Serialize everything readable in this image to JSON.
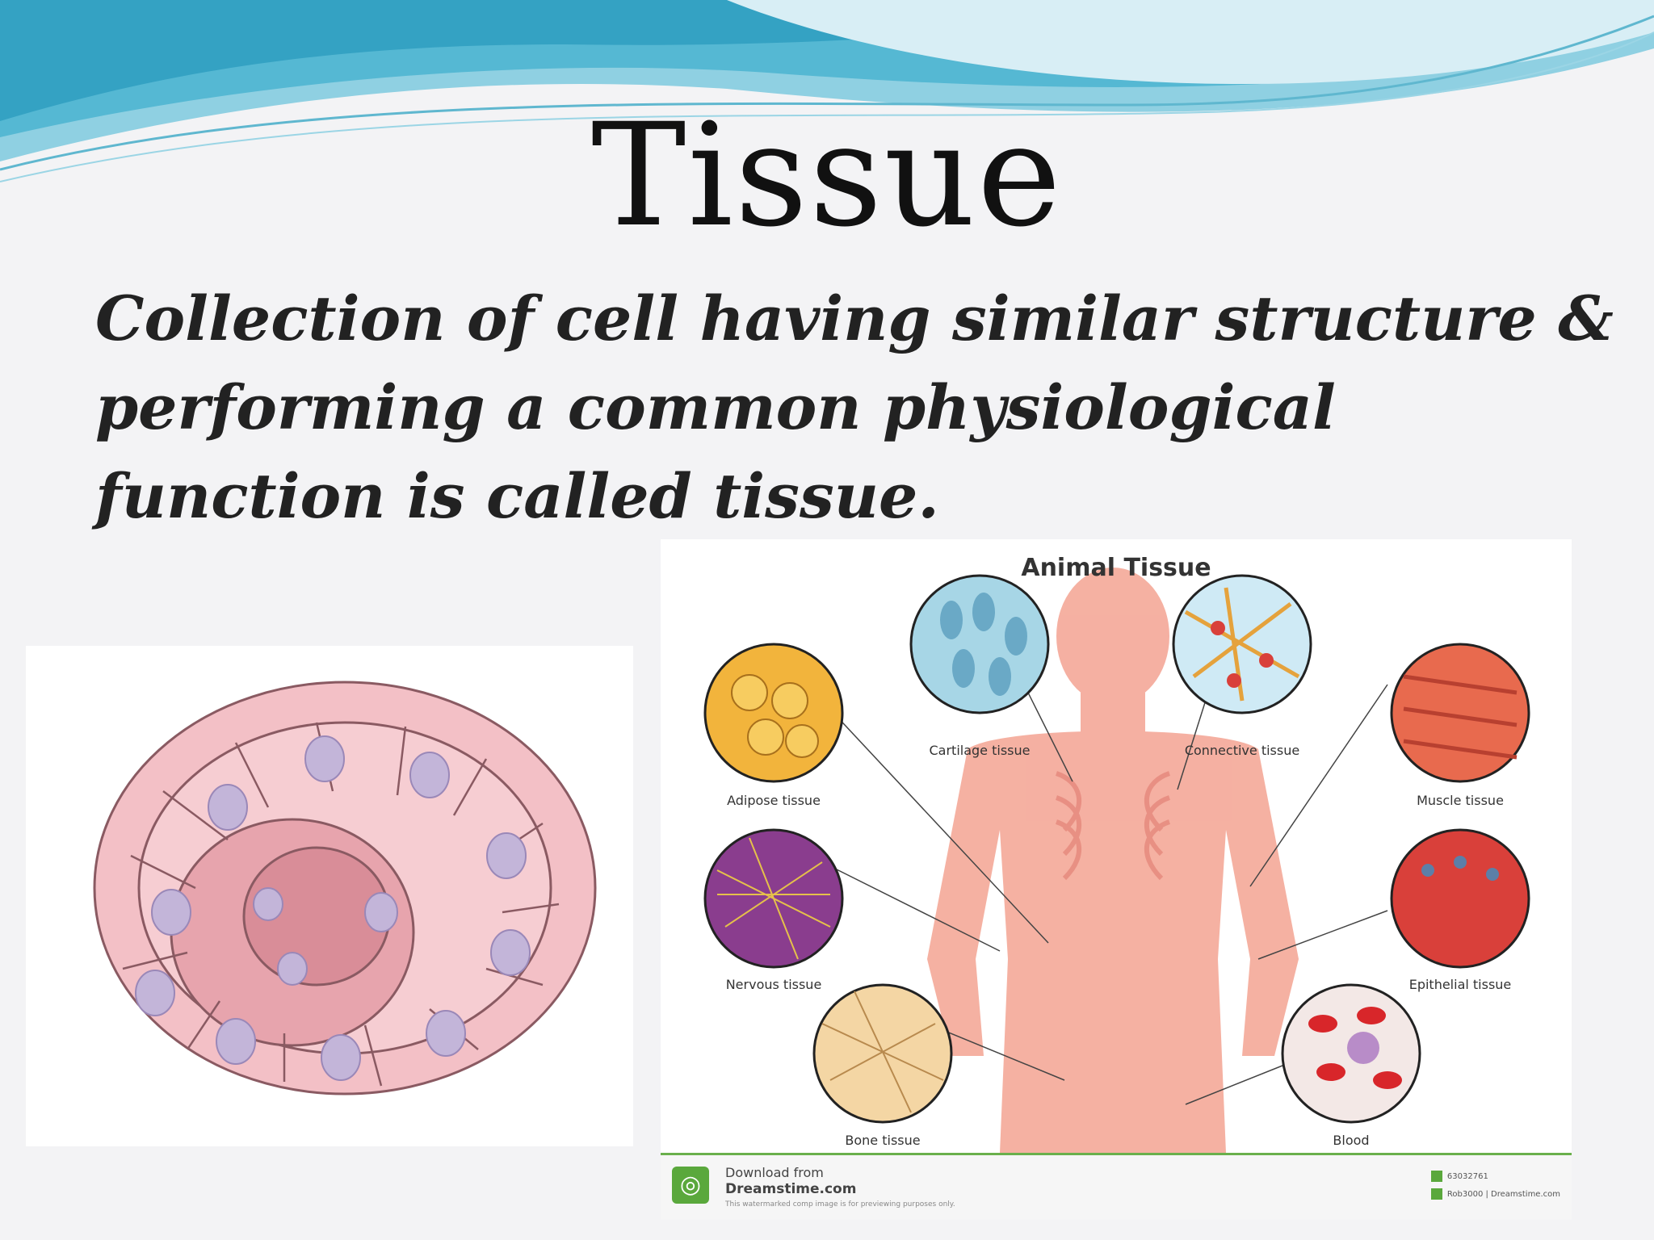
{
  "slide": {
    "title": "Tissue",
    "definition_lines": [
      "Collection of cell having similar structure &",
      "performing a common physiological",
      "function is called tissue."
    ]
  },
  "diagram": {
    "title": "Animal Tissue",
    "labels": {
      "cartilage": "Cartilage tissue",
      "connective": "Connective tissue",
      "adipose": "Adipose tissue",
      "muscle": "Muscle tissue",
      "nervous": "Nervous tissue",
      "epithelial": "Epithelial tissue",
      "bone": "Bone tissue",
      "blood": "Blood"
    },
    "footer": {
      "download_line": "Download from",
      "site": "Dreamstime.com",
      "fine_print": "This watermarked comp image is for previewing purposes only.",
      "id": "63032761",
      "author": "Rob3000 | Dreamstime.com"
    }
  },
  "colors": {
    "wave_light": "#bfe3ee",
    "wave_mid": "#7fc9dc",
    "wave_dark": "#3fa9c6",
    "accent_green": "#5aa83c",
    "skin": "#f4a898"
  }
}
